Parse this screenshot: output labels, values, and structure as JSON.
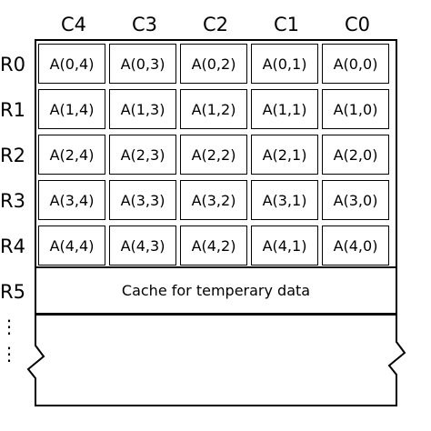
{
  "columns": [
    "C4",
    "C3",
    "C2",
    "C1",
    "C0"
  ],
  "rows": [
    {
      "label": "R0",
      "cells": [
        "A(0,4)",
        "A(0,3)",
        "A(0,2)",
        "A(0,1)",
        "A(0,0)"
      ]
    },
    {
      "label": "R1",
      "cells": [
        "A(1,4)",
        "A(1,3)",
        "A(1,2)",
        "A(1,1)",
        "A(1,0)"
      ]
    },
    {
      "label": "R2",
      "cells": [
        "A(2,4)",
        "A(2,3)",
        "A(2,2)",
        "A(2,1)",
        "A(2,0)"
      ]
    },
    {
      "label": "R3",
      "cells": [
        "A(3,4)",
        "A(3,3)",
        "A(3,2)",
        "A(3,1)",
        "A(3,0)"
      ]
    },
    {
      "label": "R4",
      "cells": [
        "A(4,4)",
        "A(4,3)",
        "A(4,2)",
        "A(4,1)",
        "A(4,0)"
      ]
    }
  ],
  "cache_row": {
    "label": "R5",
    "text": "Cache for temperary data"
  },
  "continuation_marker": "⋮"
}
